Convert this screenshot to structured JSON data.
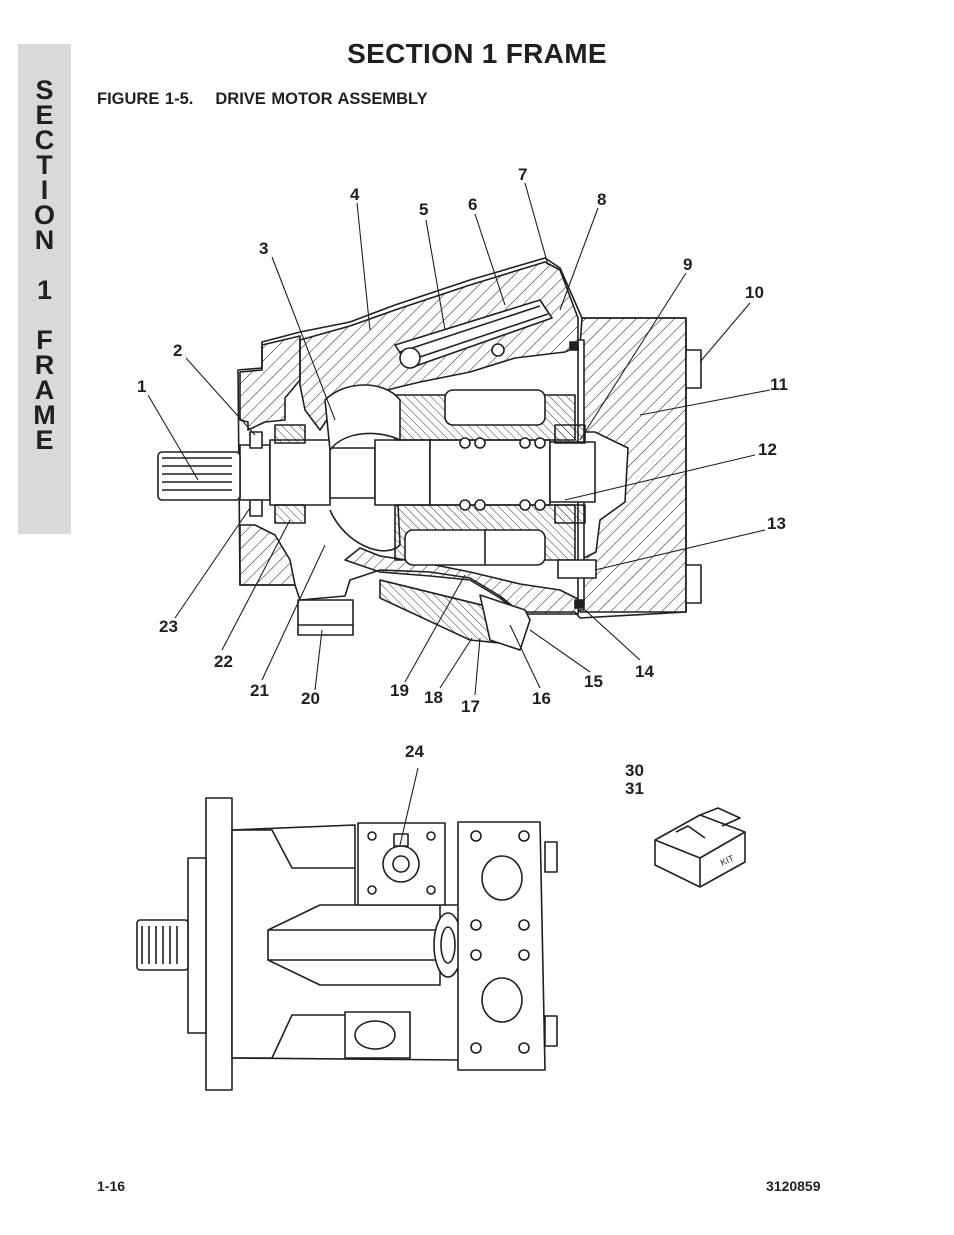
{
  "side_tab": {
    "letters": [
      "S",
      "E",
      "C",
      "T",
      "I",
      "O",
      "N",
      " ",
      "1",
      " ",
      "F",
      "R",
      "A",
      "M",
      "E"
    ]
  },
  "header": {
    "section_title": "SECTION 1  FRAME"
  },
  "figure": {
    "label": "FIGURE 1-5.",
    "title": "DRIVE MOTOR ASSEMBLY",
    "kit_label": "KIT",
    "callouts": [
      "1",
      "2",
      "3",
      "4",
      "5",
      "6",
      "7",
      "8",
      "9",
      "10",
      "11",
      "12",
      "13",
      "14",
      "15",
      "16",
      "17",
      "18",
      "19",
      "20",
      "21",
      "22",
      "23",
      "24",
      "30",
      "31"
    ]
  },
  "footer": {
    "page_number": "1-16",
    "doc_number": "3120859"
  }
}
